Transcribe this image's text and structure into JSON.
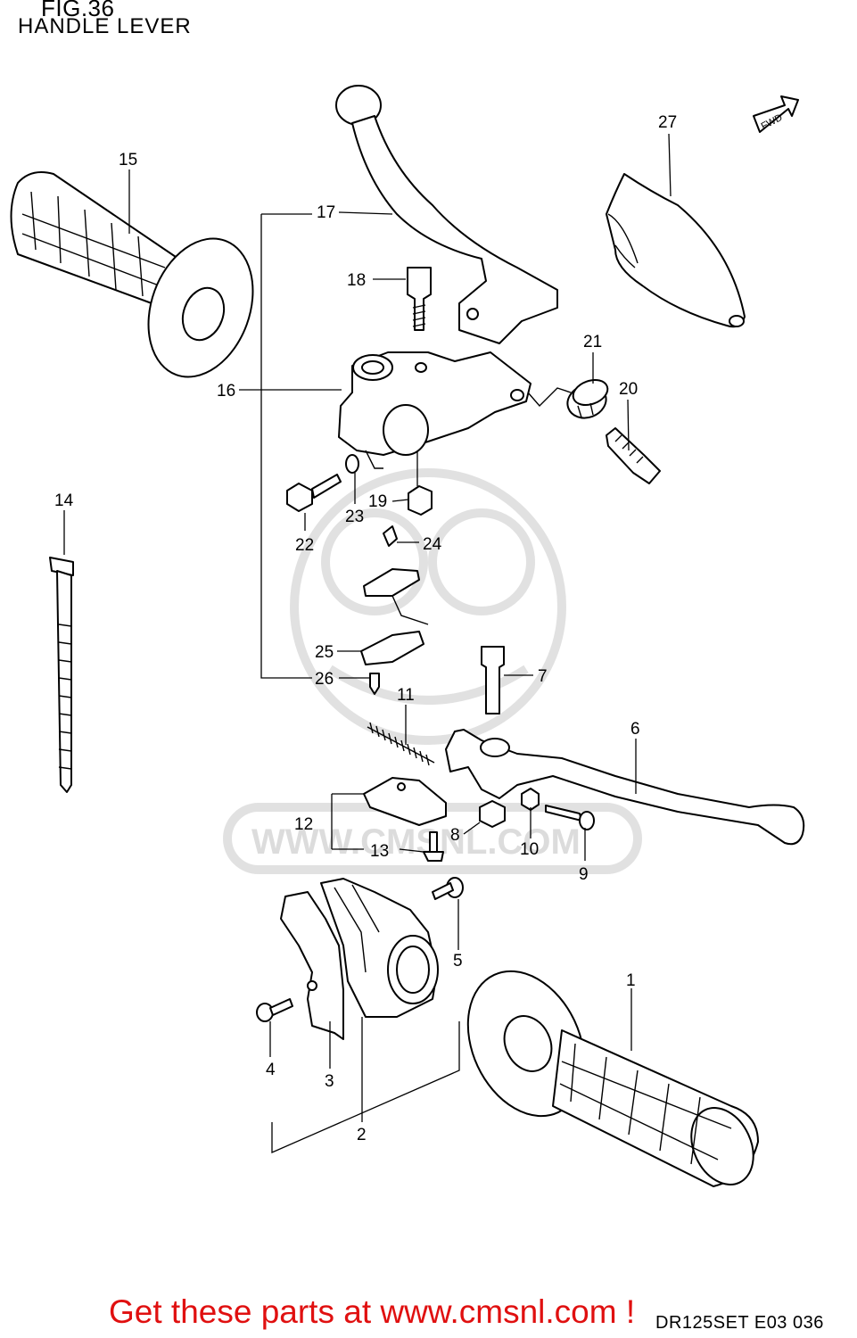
{
  "header": {
    "fig_label": "FIG.36",
    "subtitle": "HANDLE LEVER"
  },
  "fwd_badge": "FWD",
  "callouts": [
    "1",
    "2",
    "3",
    "4",
    "5",
    "6",
    "7",
    "8",
    "9",
    "10",
    "11",
    "12",
    "13",
    "14",
    "15",
    "16",
    "17",
    "18",
    "19",
    "20",
    "21",
    "22",
    "23",
    "24",
    "25",
    "26",
    "27"
  ],
  "watermark": {
    "text": "WWW.CMSNL.COM"
  },
  "footer": {
    "promo": "Get these parts at www.cmsnl.com !",
    "code": "DR125SET E03  036"
  }
}
